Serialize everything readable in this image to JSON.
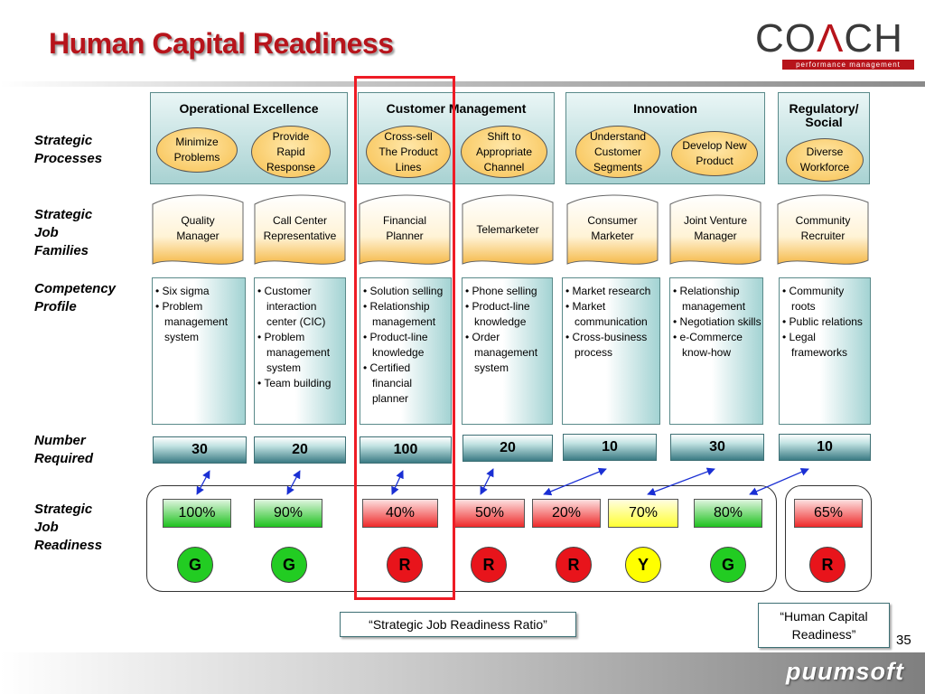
{
  "title": "Human Capital Readiness",
  "logo": {
    "word_pre": "CO",
    "word_hat": "Λ",
    "word_post": "CH",
    "tagline": "performance management"
  },
  "row_labels": {
    "processes": [
      "Strategic",
      "Processes"
    ],
    "job_families": [
      "Strategic",
      "Job",
      "Families"
    ],
    "competency": [
      "Competency",
      "Profile"
    ],
    "number": [
      "Number",
      "Required"
    ],
    "readiness": [
      "Strategic",
      "Job",
      "Readiness"
    ]
  },
  "columns": [
    {
      "name": "Operational Excellence",
      "processes": [
        [
          "Minimize",
          "Problems"
        ],
        [
          "Provide",
          "Rapid",
          "Response"
        ]
      ]
    },
    {
      "name": "Customer Management",
      "processes": [
        [
          "Cross-sell",
          "The Product",
          "Lines"
        ],
        [
          "Shift to",
          "Appropriate",
          "Channel"
        ]
      ]
    },
    {
      "name": "Innovation",
      "processes": [
        [
          "Understand",
          "Customer",
          "Segments"
        ],
        [
          "Develop New",
          "Product"
        ]
      ]
    },
    {
      "name": "Regulatory/ Social",
      "processes": [
        [
          "Diverse",
          "Workforce"
        ]
      ]
    }
  ],
  "jobs": [
    {
      "family": [
        "Quality",
        "Manager"
      ],
      "competency": [
        "Six sigma",
        "Problem management system"
      ],
      "number": "30",
      "readiness": "100%",
      "status": "G",
      "color": "green"
    },
    {
      "family": [
        "Call Center",
        "Representative"
      ],
      "competency": [
        "Customer interaction center (CIC)",
        "Problem management system",
        "Team building"
      ],
      "number": "20",
      "readiness": "90%",
      "status": "G",
      "color": "green"
    },
    {
      "family": [
        "Financial",
        "Planner"
      ],
      "competency": [
        "Solution selling",
        "Relationship management",
        "Product-line knowledge",
        "Certified financial planner"
      ],
      "number": "100",
      "readiness": "40%",
      "status": "R",
      "color": "red"
    },
    {
      "family": [
        "Telemarketer"
      ],
      "competency": [
        "Phone selling",
        "Product-line knowledge",
        "Order management system"
      ],
      "number": "20",
      "readiness": "50%",
      "status": "R",
      "color": "red"
    },
    {
      "family": [
        "Consumer",
        "Marketer"
      ],
      "competency": [
        "Market research",
        "Market communication",
        "Cross-business process"
      ],
      "number": "10",
      "readiness": "20%",
      "status": "R",
      "color": "red"
    },
    {
      "family": [
        "Joint Venture",
        "Manager"
      ],
      "competency": [
        "Relationship management",
        "Negotiation skills",
        "e-Commerce know-how"
      ],
      "number": "30",
      "readiness": "70%",
      "status": "Y",
      "color": "yellow"
    },
    {
      "family": [
        "Community",
        "Recruiter"
      ],
      "competency": [
        "Community roots",
        "Public relations",
        "Legal frameworks"
      ],
      "number": "10",
      "readiness": "80%",
      "status": "G",
      "color": "green"
    }
  ],
  "overall": {
    "readiness": "65%",
    "status": "R",
    "color": "red"
  },
  "notes": {
    "ratio": "“Strategic Job Readiness Ratio”",
    "hcr": [
      "“Human Capital",
      "Readiness”"
    ]
  },
  "page_number": "35",
  "footer_brand": "puumsoft",
  "colors": {
    "title_red": "#b7141b",
    "green": "#22cc22",
    "red": "#e8141b",
    "yellow": "#ffff00",
    "teal": "#a8d2d2"
  }
}
